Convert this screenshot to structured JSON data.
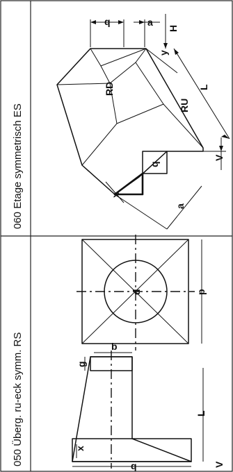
{
  "panel_top": {
    "caption": "060  Etage symmetrisch  ES",
    "labels": {
      "q": "q",
      "a_top": "a",
      "H": "H",
      "y": "y",
      "L": "L",
      "RD": "RD",
      "RU": "RU",
      "V": "V",
      "q_small": "q",
      "x": "x",
      "a_bottom": "a"
    }
  },
  "panel_bottom": {
    "caption": "050  Überg. ru-eck symm.  RS",
    "labels": {
      "g": "g",
      "b": "b",
      "x": "x",
      "q": "q",
      "L": "L",
      "V": "V",
      "d": "d",
      "p": "p"
    }
  }
}
